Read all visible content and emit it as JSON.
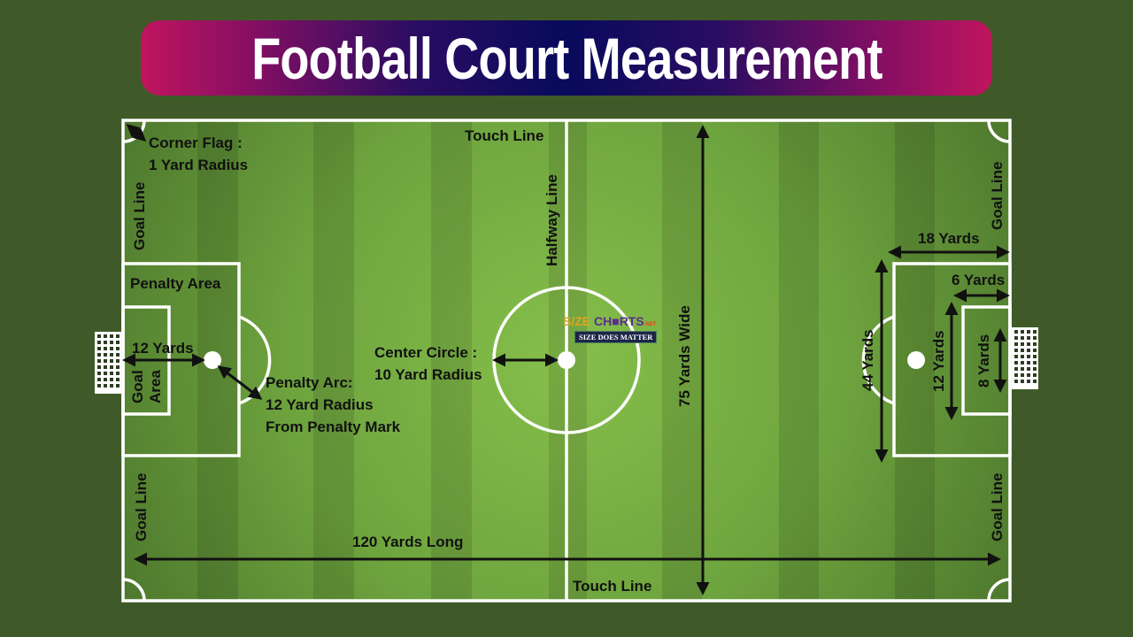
{
  "title": "Football Court Measurement",
  "colors": {
    "background": "#3f5a28",
    "pitch_center": "#86bf4b",
    "pitch_edge": "#4f7a2e",
    "line": "#ffffff",
    "arrow": "#111111",
    "banner_edge": "#c0155e",
    "banner_center": "#080a5c"
  },
  "labels": {
    "corner_flag_line1": "Corner Flag :",
    "corner_flag_line2": "1 Yard Radius",
    "touch_line_top": "Touch Line",
    "touch_line_bottom": "Touch Line",
    "halfway_line": "Halfway Line",
    "goal_line_top_left": "Goal Line",
    "goal_line_bottom_left": "Goal Line",
    "goal_line_top_right": "Goal Line",
    "goal_line_bottom_right": "Goal Line",
    "penalty_area": "Penalty Area",
    "twelve_yards_left": "12 Yards",
    "goal_area_line1": "Goal",
    "goal_area_line2": "Area",
    "penalty_arc_line1": "Penalty Arc:",
    "penalty_arc_line2": "12 Yard Radius",
    "penalty_arc_line3": "From Penalty Mark",
    "center_circle_line1": "Center Circle :",
    "center_circle_line2": "10 Yard Radius",
    "width": "75 Yards Wide",
    "length": "120 Yards Long",
    "eighteen_yards": "18 Yards",
    "six_yards": "6 Yards",
    "forty_four_yards": "44 Yards",
    "twelve_yards_right": "12 Yards",
    "eight_yards": "8 Yards"
  },
  "logo": {
    "size": "S/ZE",
    "charts": "CH■RTS",
    "net": ".NET",
    "tagline": "SIZE DOES MATTER"
  }
}
